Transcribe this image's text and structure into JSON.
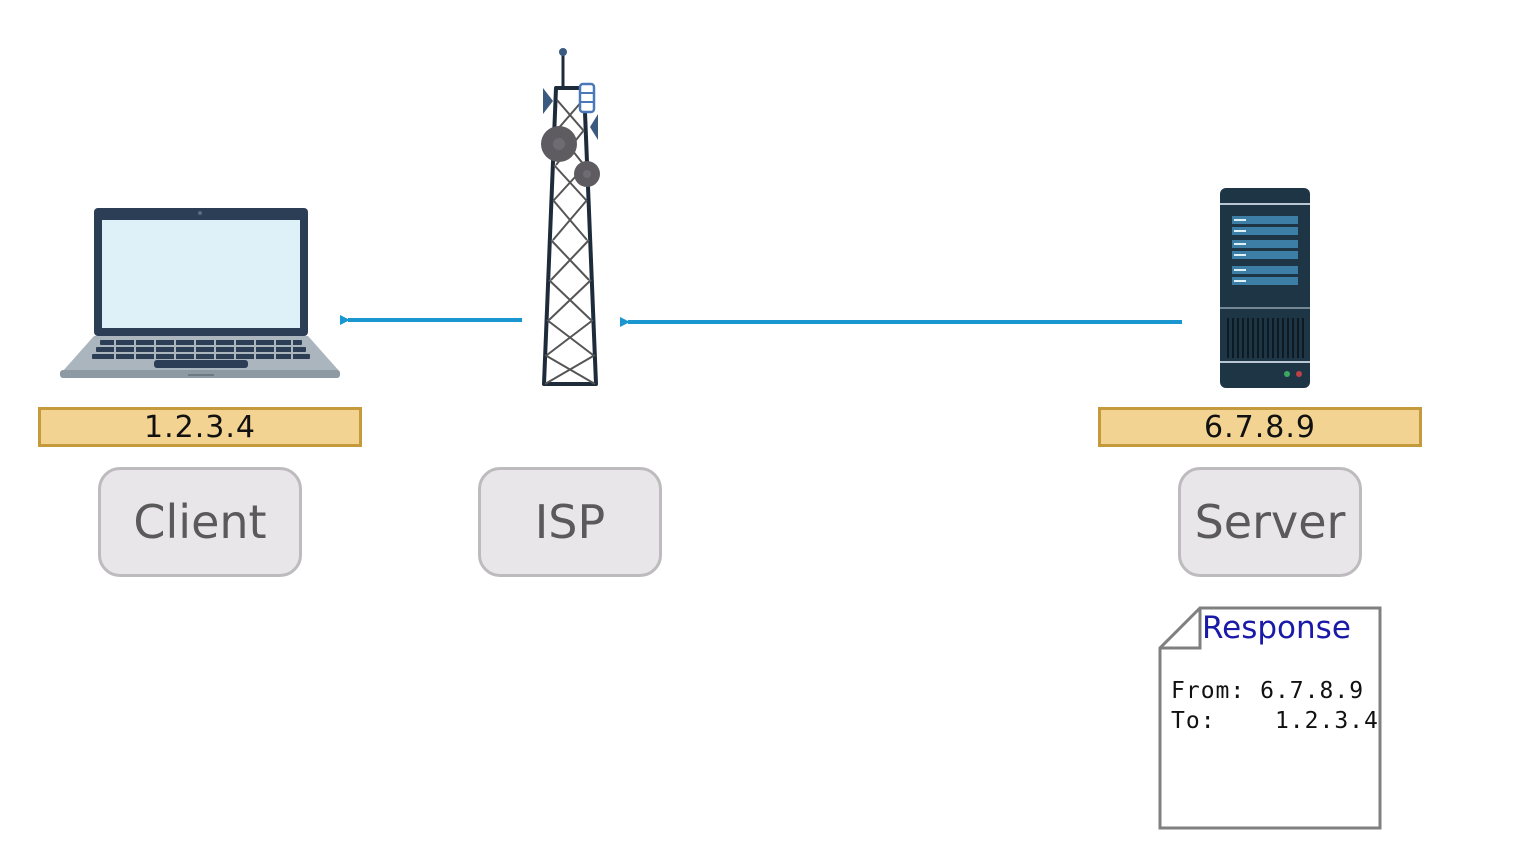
{
  "nodes": {
    "client": {
      "label": "Client",
      "ip": "1.2.3.4",
      "icon": "laptop-icon"
    },
    "isp": {
      "label": "ISP",
      "icon": "cell-tower-icon"
    },
    "server": {
      "label": "Server",
      "ip": "6.7.8.9",
      "icon": "server-icon"
    }
  },
  "packet": {
    "title": "Response",
    "from_label": "From:",
    "from_value": "6.7.8.9",
    "to_label": "To:",
    "to_value": "1.2.3.4"
  },
  "colors": {
    "arrow": "#1a96d0",
    "ip_fill": "#f2d392",
    "ip_border": "#c49a3c",
    "label_fill": "#e8e6e9",
    "label_border": "#bdbbbe",
    "packet_title": "#1a1aa8"
  }
}
